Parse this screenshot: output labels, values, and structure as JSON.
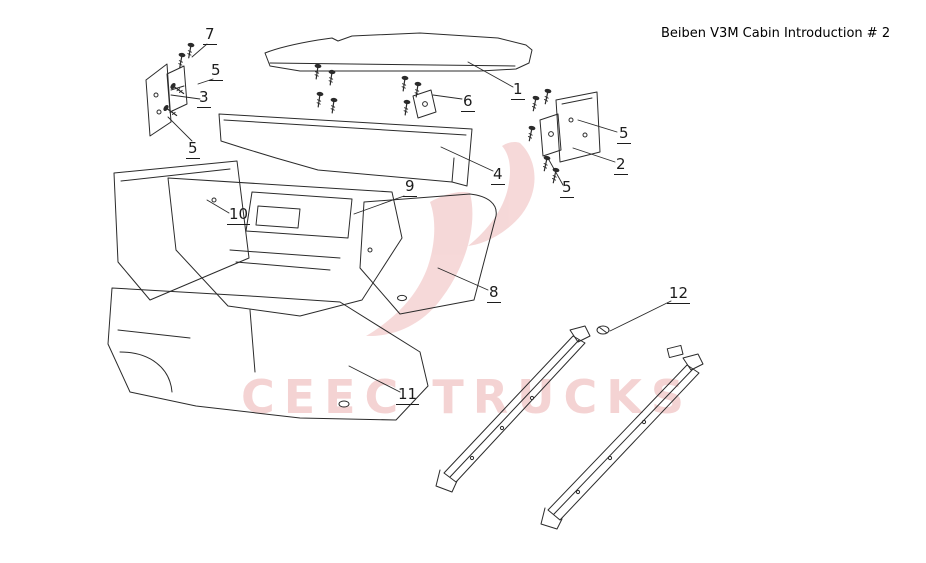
{
  "title": "Beiben V3M Cabin Introduction # 2",
  "watermark": {
    "text": "CEEC TRUCKS",
    "color": "#e89f9f"
  },
  "callouts": [
    {
      "id": "7",
      "label": "7"
    },
    {
      "id": "5a",
      "label": "5"
    },
    {
      "id": "3",
      "label": "3"
    },
    {
      "id": "5b",
      "label": "5"
    },
    {
      "id": "1",
      "label": "1"
    },
    {
      "id": "6",
      "label": "6"
    },
    {
      "id": "4",
      "label": "4"
    },
    {
      "id": "5c",
      "label": "5"
    },
    {
      "id": "2",
      "label": "2"
    },
    {
      "id": "5d",
      "label": "5"
    },
    {
      "id": "9",
      "label": "9"
    },
    {
      "id": "10",
      "label": "10"
    },
    {
      "id": "8",
      "label": "8"
    },
    {
      "id": "11",
      "label": "11"
    },
    {
      "id": "12",
      "label": "12"
    }
  ]
}
